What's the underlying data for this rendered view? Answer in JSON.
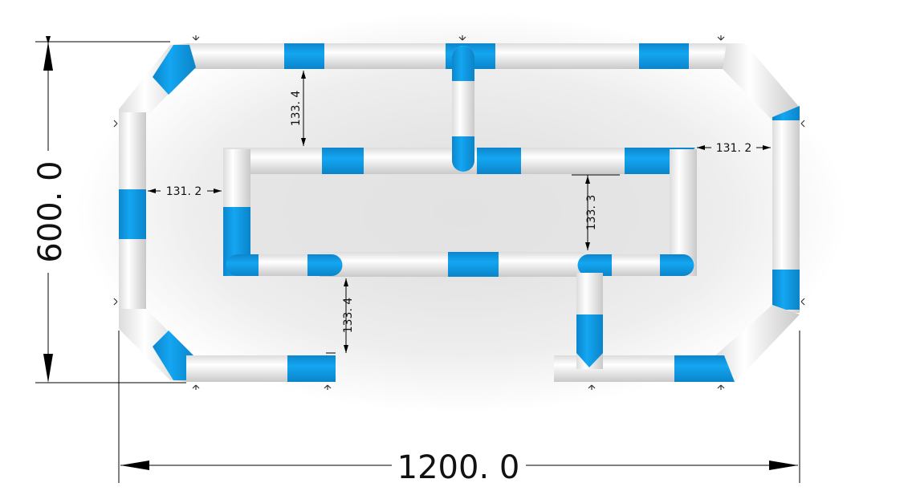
{
  "dimensions": {
    "overall_width": "1200. 0",
    "overall_height": "600. 0",
    "gap_top": "133. 4",
    "gap_left": "131. 2",
    "gap_right": "131. 2",
    "gap_center": "133. 3",
    "gap_bottom": "133. 4"
  },
  "colors": {
    "tube_white": "#ffffff",
    "tube_blue": "#0a9ae6",
    "dimension_line": "#000000",
    "shadow": "#cfcfcf"
  },
  "icons": {
    "anchor_point": "anchor-stake-icon"
  }
}
